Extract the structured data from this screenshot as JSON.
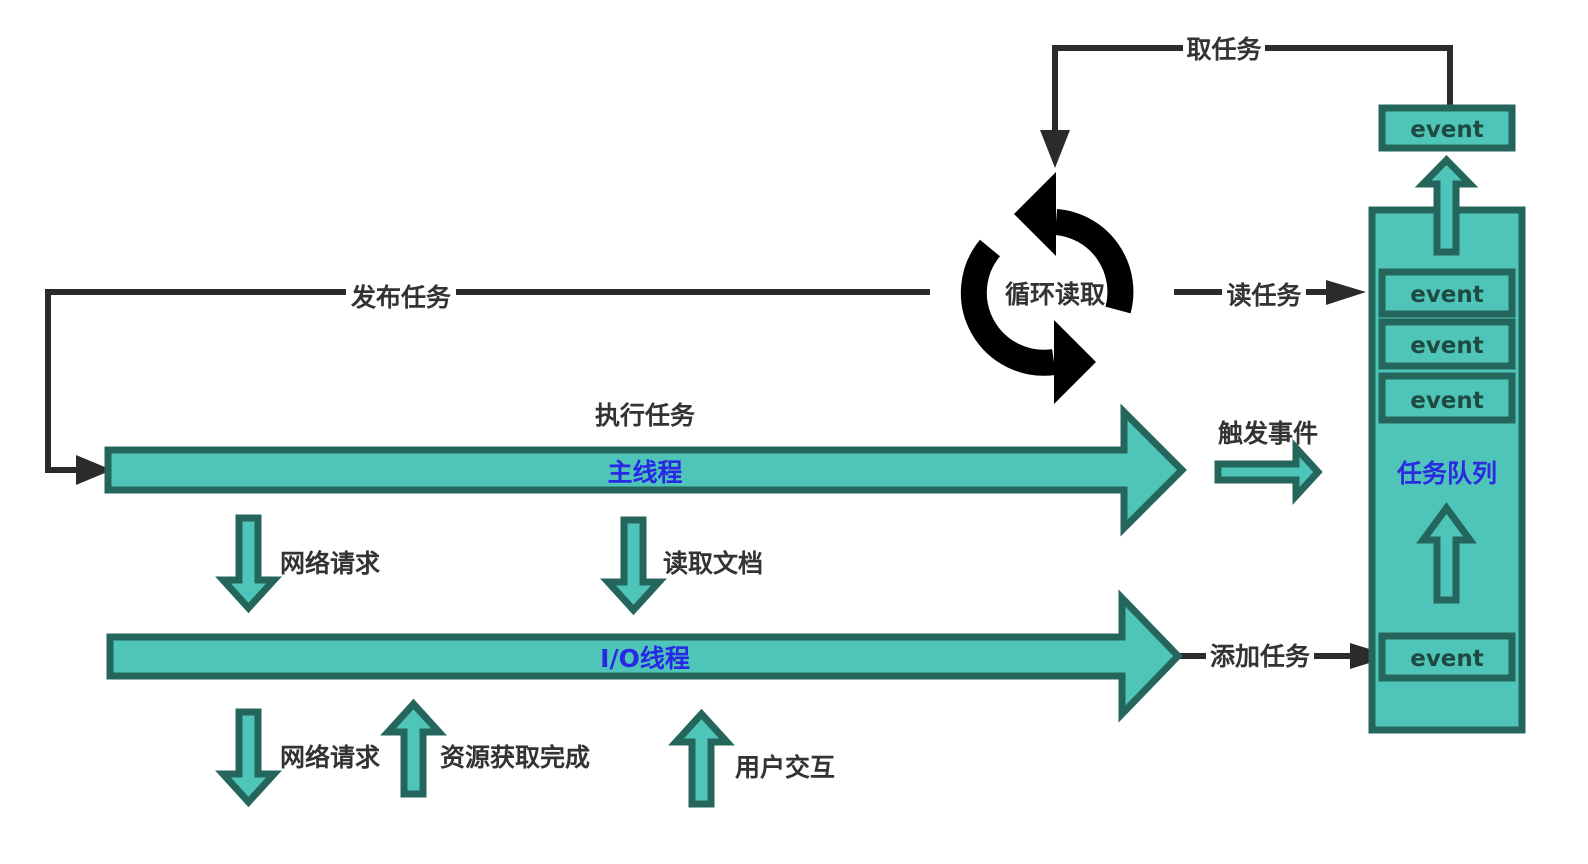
{
  "labels": {
    "take_task": "取任务",
    "publish_task": "发布任务",
    "loop_read": "循环读取",
    "read_task": "读任务",
    "execute_task": "执行任务",
    "main_thread": "主线程",
    "trigger_event": "触发事件",
    "network_request_1": "网络请求",
    "read_document": "读取文档",
    "io_thread": "I/O线程",
    "add_task": "添加任务",
    "network_request_2": "网络请求",
    "resource_done": "资源获取完成",
    "user_interaction": "用户交互"
  },
  "queue": {
    "title": "任务队列",
    "events": [
      "event",
      "event",
      "event",
      "event"
    ],
    "popped_event": "event"
  },
  "colors": {
    "teal_fill": "#4fc4b8",
    "teal_stroke": "#24665c",
    "connector": "#2b2b2b",
    "lane_text": "#2828e6"
  }
}
